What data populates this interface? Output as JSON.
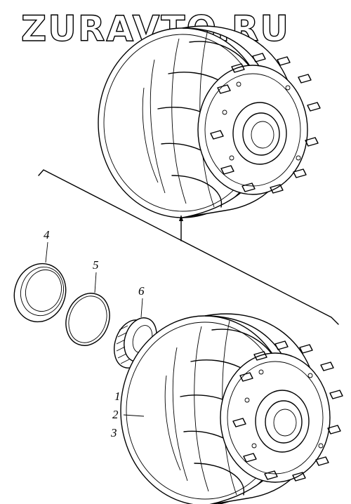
{
  "watermark": "ZURAVTO.RU",
  "callouts": {
    "c4": "4",
    "c5": "5",
    "c6": "6",
    "c1": "1",
    "c2": "2",
    "c3": "3"
  }
}
